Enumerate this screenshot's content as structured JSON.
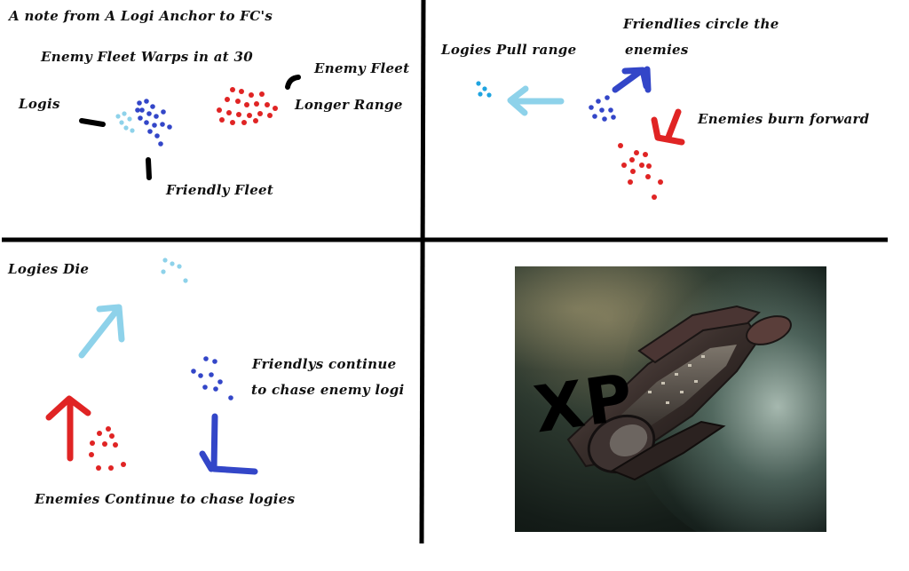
{
  "panels": {
    "top_left": {
      "title": "A note from A Logi Anchor to FC's",
      "warp_note": "Enemy Fleet Warps in at 30",
      "logis_label": "Logis",
      "enemy_fleet_label": "Enemy Fleet",
      "longer_range_label": "Longer Range",
      "friendly_fleet_label": "Friendly Fleet"
    },
    "top_right": {
      "logies_pull_label": "Logies Pull range",
      "friendlies_circle_line1": "Friendlies circle the",
      "friendlies_circle_line2": "enemies",
      "enemies_burn_label": "Enemies burn forward"
    },
    "bottom_left": {
      "logies_die_label": "Logies Die",
      "friendlys_continue_line1": "Friendlys continue",
      "friendlys_continue_line2": "to chase enemy logi",
      "enemies_continue_label": "Enemies Continue to chase logies"
    },
    "bottom_right": {
      "photo_scrawl": "XP"
    }
  },
  "colors": {
    "friendly": "#3346c8",
    "enemy": "#e02424",
    "logi": "#8ed2ea",
    "logi_bright": "#1fa4e0",
    "divider": "#000000"
  }
}
